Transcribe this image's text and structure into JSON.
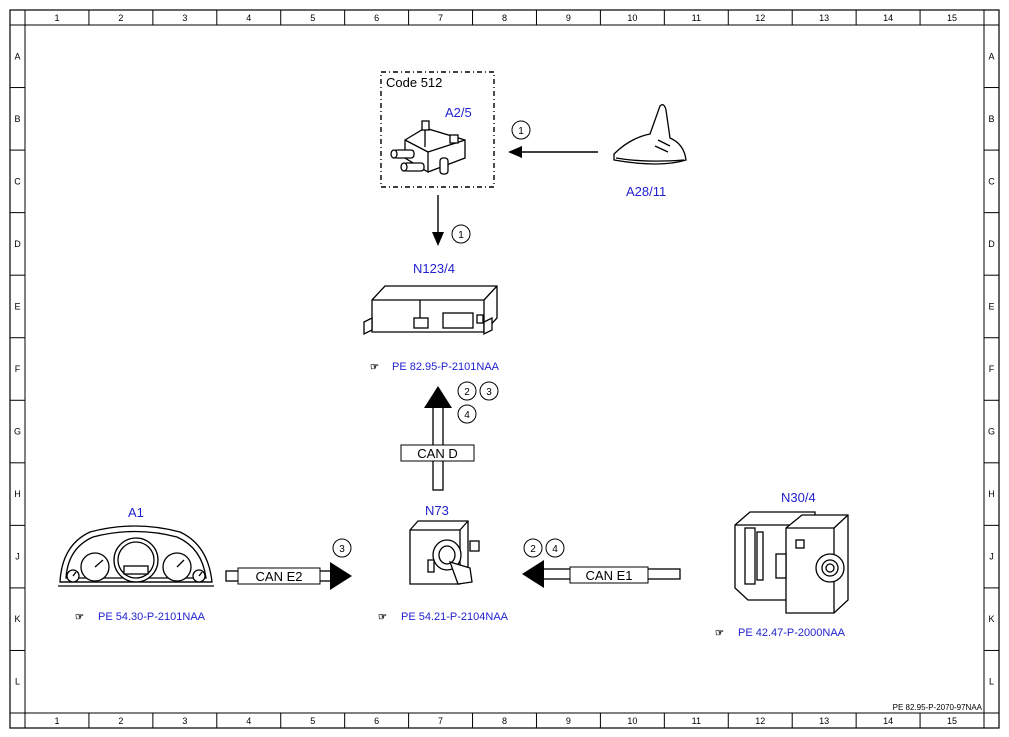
{
  "frame": {
    "columns": [
      "1",
      "2",
      "3",
      "4",
      "5",
      "6",
      "7",
      "8",
      "9",
      "10",
      "11",
      "12",
      "13",
      "14",
      "15"
    ],
    "rows": [
      "A",
      "B",
      "C",
      "D",
      "E",
      "F",
      "G",
      "H",
      "J",
      "K",
      "L"
    ],
    "doc_id": "PE 82.95-P-2070-97NAA"
  },
  "components": {
    "a2_5": {
      "label": "A2/5",
      "option_box": "Code 512"
    },
    "a28_11": {
      "label": "A28/11"
    },
    "n123_4": {
      "label": "N123/4",
      "ref": "PE 82.95-P-2101NAA"
    },
    "n73": {
      "label": "N73",
      "ref": "PE 54.21-P-2104NAA"
    },
    "a1": {
      "label": "A1",
      "ref": "PE 54.30-P-2101NAA"
    },
    "n30_4": {
      "label": "N30/4",
      "ref": "PE 42.47-P-2000NAA"
    }
  },
  "buses": {
    "can_d": "CAN D",
    "can_e1": "CAN E1",
    "can_e2": "CAN E2"
  },
  "signals": {
    "antenna_to_switch": "1",
    "switch_to_n123": "1",
    "can_d": [
      "2",
      "3",
      "4"
    ],
    "can_e1": [
      "2",
      "4"
    ],
    "can_e2": [
      "3"
    ]
  }
}
